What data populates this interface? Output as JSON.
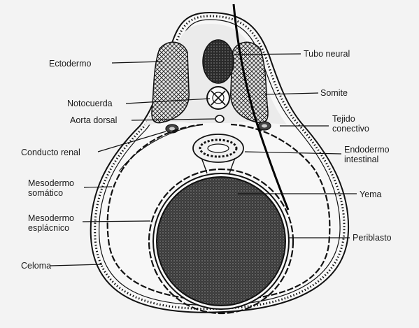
{
  "labels": {
    "ectodermo": "Ectodermo",
    "tubo_neural": "Tubo neural",
    "notocuerda": "Notocuerda",
    "somite": "Somite",
    "aorta_dorsal": "Aorta dorsal",
    "tejido_l1": "Tejido",
    "tejido_l2": "conectivo",
    "conducto_renal": "Conducto renal",
    "endodermo_l1": "Endodermo",
    "endodermo_l2": "intestinal",
    "meso_somatico_l1": "Mesodermo",
    "meso_somatico_l2": "somático",
    "yema": "Yema",
    "meso_esplacnico_l1": "Mesodermo",
    "meso_esplacnico_l2": "esplácnico",
    "periblasto": "Periblasto",
    "celoma": "Celoma"
  }
}
